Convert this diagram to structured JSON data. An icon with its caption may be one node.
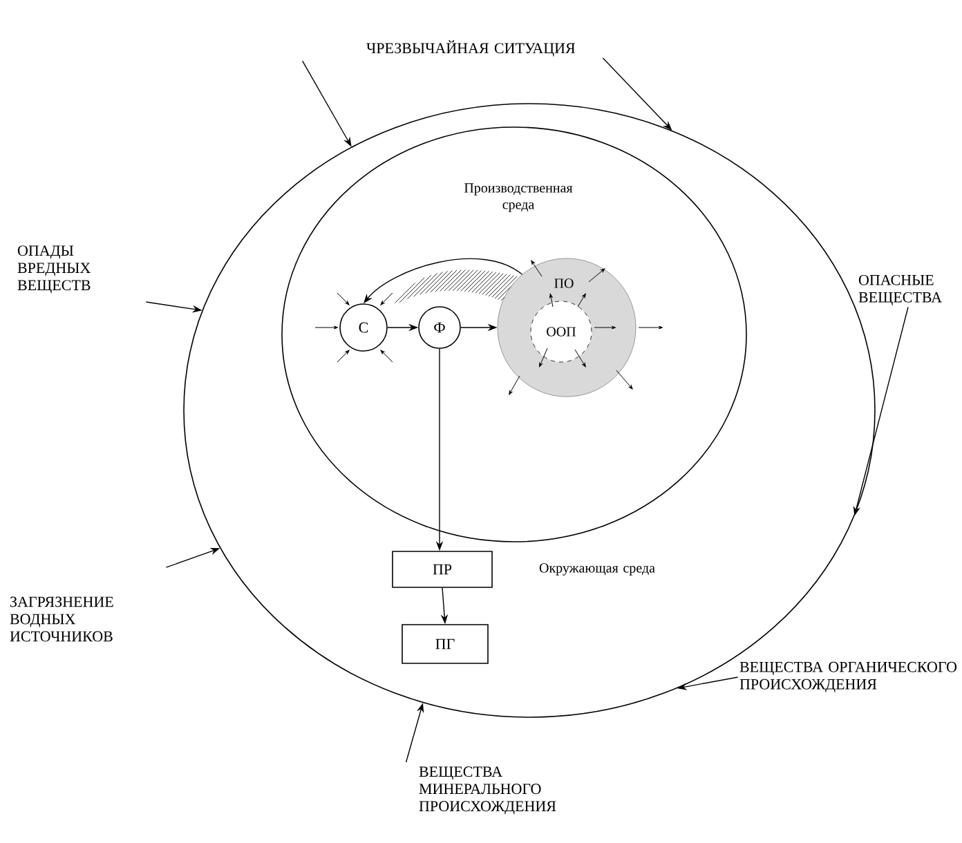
{
  "diagram": {
    "nodes": [
      {
        "text": [
          "Окружающая среда"
        ]
      },
      {
        "text": [
          "Производственная среда"
        ],
        "in": 0
      },
      {
        "text": [
          "С"
        ],
        "in": 1
      },
      {
        "text": [
          "Ф"
        ],
        "in": 1
      },
      {
        "text": [
          "ПО"
        ],
        "in": 1
      },
      {
        "text": [
          "ООП"
        ],
        "in": 4
      },
      {
        "text": [
          "ПР"
        ],
        "in": 0
      },
      {
        "text": [
          "ПГ"
        ],
        "in": 0
      },
      {
        "text": [
          "ЧРЕЗВЫЧАЙНАЯ СИТУАЦИЯ"
        ]
      },
      {
        "text": [
          "ОПАДЫ ВРЕДНЫХ ВЕЩЕСТВ"
        ]
      },
      {
        "text": [
          "ОПАСНЫЕ ВЕЩЕСТВА"
        ]
      },
      {
        "text": [
          "ЗАГРЯЗНЕНИЕ ВОДНЫХ ИСТОЧНИКОВ"
        ]
      },
      {
        "text": [
          "ВЕЩЕСТВА ОРГАНИЧЕСКОГО ПРОИСХОЖДЕНИЯ"
        ]
      },
      {
        "text": [
          "ВЕЩЕСТВА МИНЕРАЛЬНОГО ПРОИСХОЖДЕНИЯ"
        ]
      }
    ],
    "edges": [
      {
        "from": 2,
        "to": 3,
        "arrow": "to"
      },
      {
        "from": 3,
        "to": 4,
        "arrow": "to"
      },
      {
        "from": 4,
        "to": 2,
        "arrow": "to"
      },
      {
        "from": 3,
        "to": 6,
        "arrow": "to"
      },
      {
        "from": 6,
        "to": 7,
        "arrow": "to"
      },
      {
        "from": 8,
        "to": 0,
        "arrow": "to"
      },
      {
        "from": 8,
        "to": 0,
        "arrow": "to"
      },
      {
        "from": 9,
        "to": 0,
        "arrow": "to"
      },
      {
        "from": 10,
        "to": 0,
        "arrow": "to"
      },
      {
        "from": 11,
        "to": 0,
        "arrow": "to"
      },
      {
        "from": 12,
        "to": 0,
        "arrow": "to"
      },
      {
        "from": 13,
        "to": 0,
        "arrow": "to"
      }
    ]
  }
}
